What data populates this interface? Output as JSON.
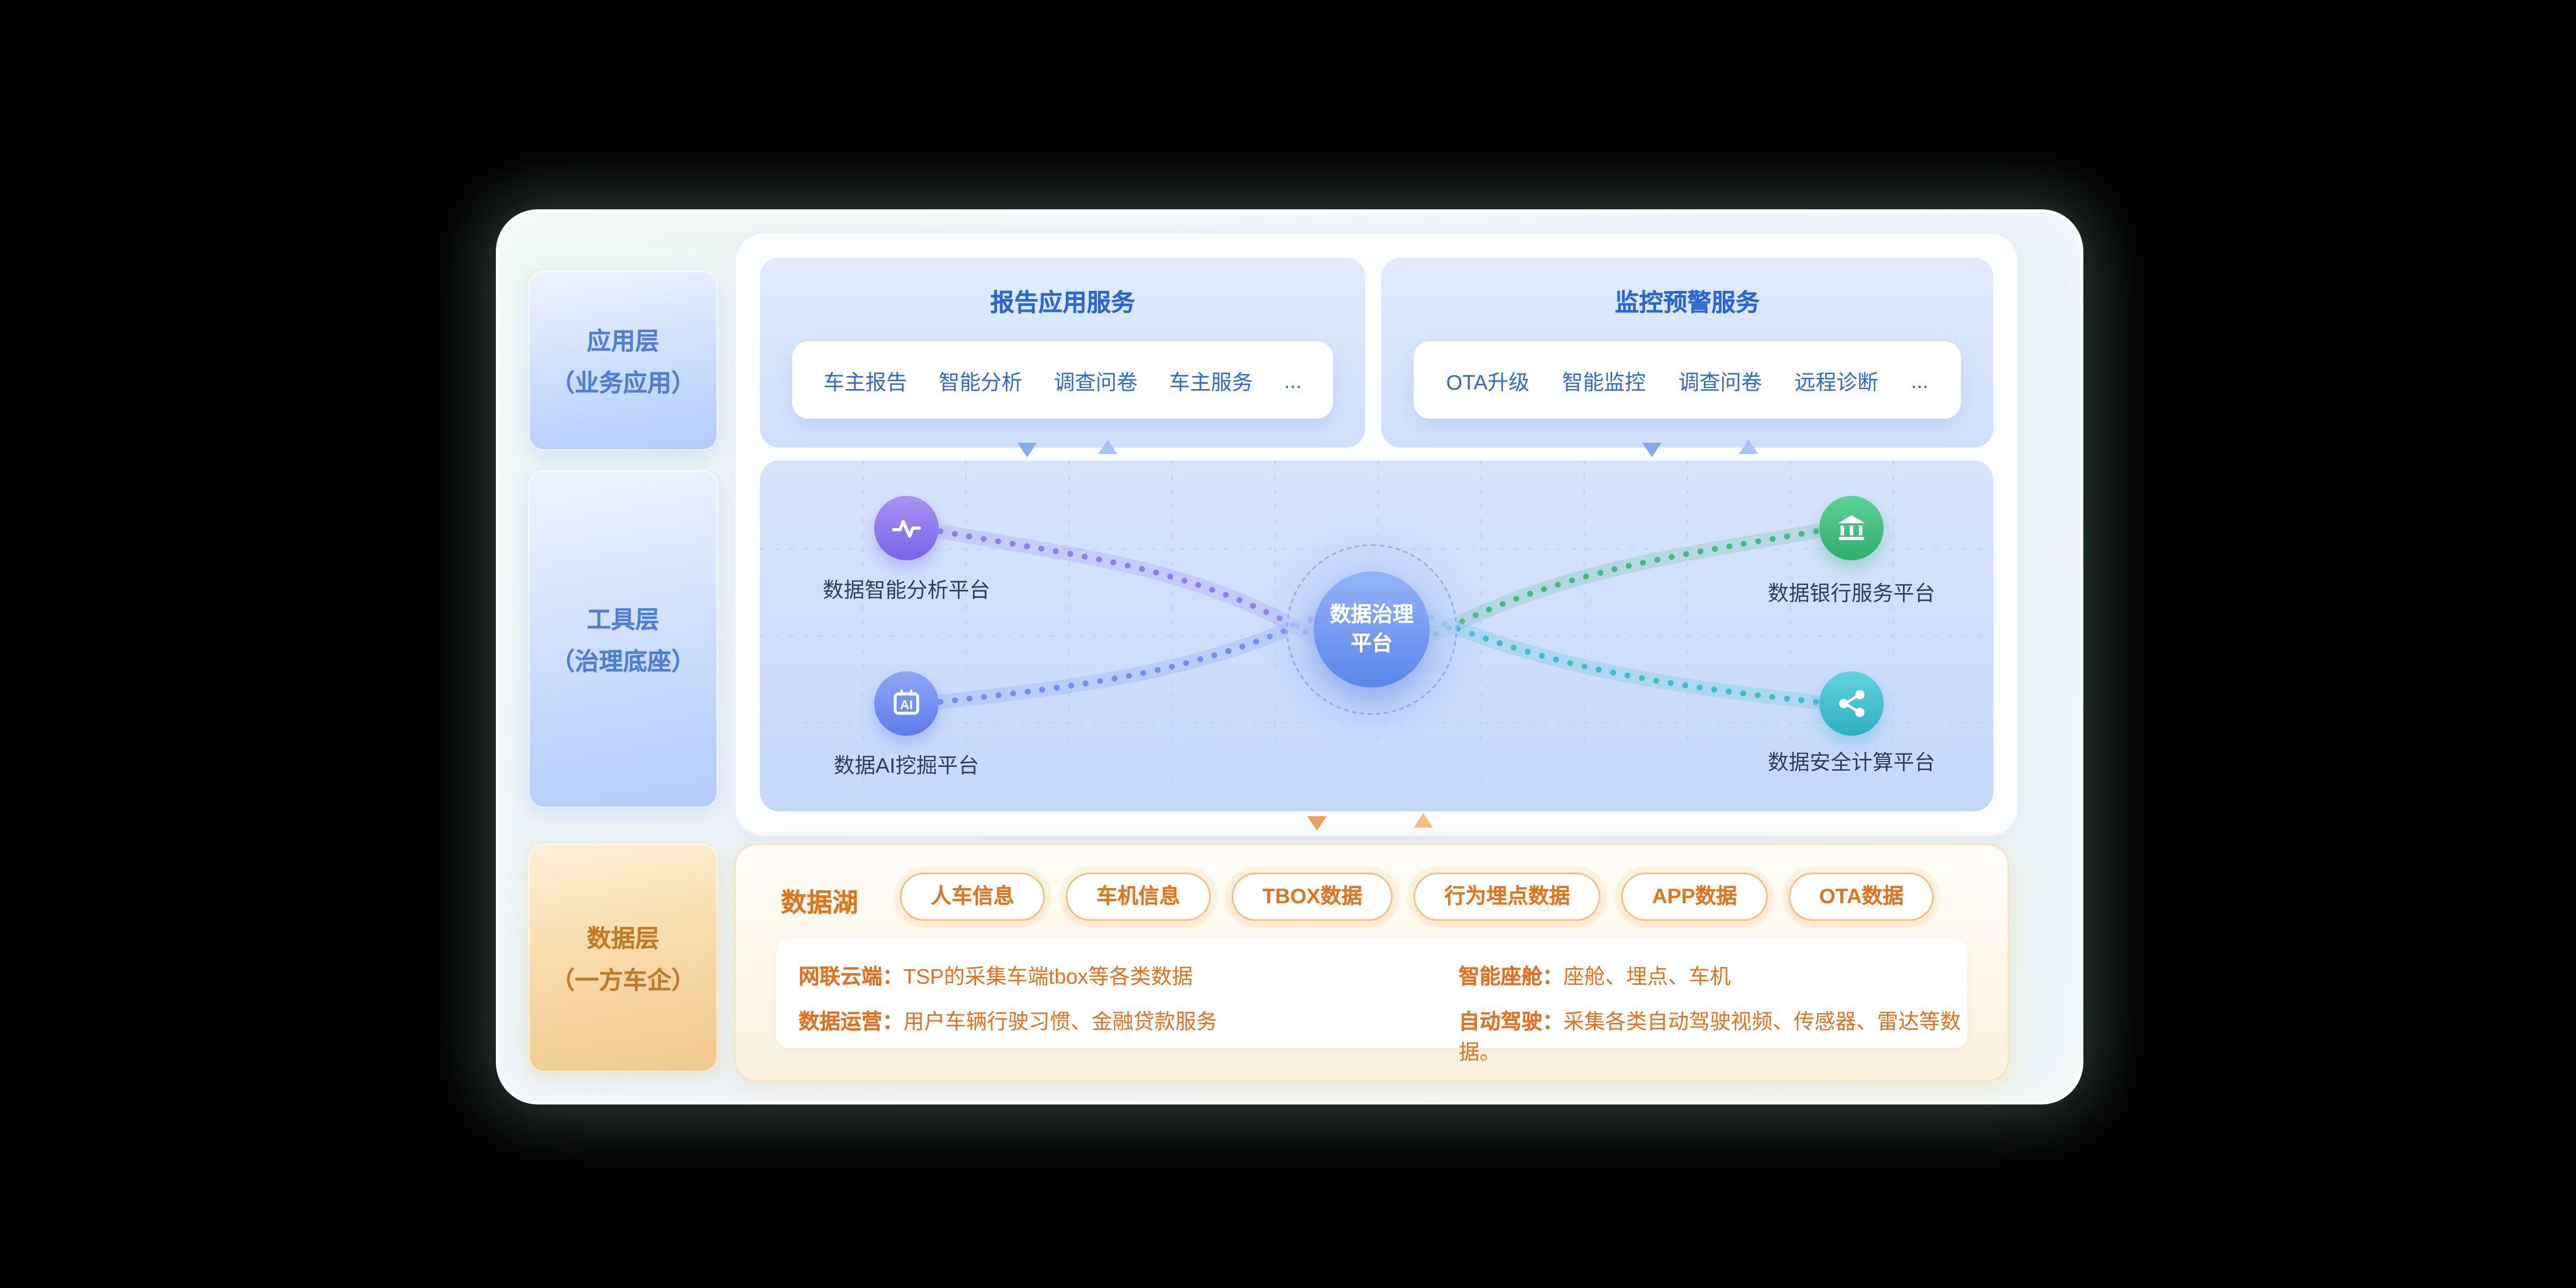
{
  "layers": [
    {
      "name": "应用层",
      "sub": "（业务应用）"
    },
    {
      "name": "工具层",
      "sub": "（治理底座）"
    },
    {
      "name": "数据层",
      "sub": "（一方车企）"
    }
  ],
  "service_cards": [
    {
      "title": "报告应用服务",
      "items": [
        "车主报告",
        "智能分析",
        "调查问卷",
        "车主服务",
        "..."
      ]
    },
    {
      "title": "监控预警服务",
      "items": [
        "OTA升级",
        "智能监控",
        "调查问卷",
        "远程诊断",
        "..."
      ]
    }
  ],
  "governance": {
    "center": {
      "line1": "数据治理",
      "line2": "平台"
    },
    "nodes": [
      {
        "label": "数据智能分析平台",
        "icon": "analytics-icon",
        "color": "#8a76ee"
      },
      {
        "label": "数据AI挖掘平台",
        "icon": "ai-chip-icon",
        "color": "#6d87ef"
      },
      {
        "label": "数据银行服务平台",
        "icon": "bank-icon",
        "color": "#3cbc7f"
      },
      {
        "label": "数据安全计算平台",
        "icon": "share-network-icon",
        "color": "#3fc0cf"
      }
    ]
  },
  "data_lake": {
    "title": "数据湖",
    "tags": [
      "人车信息",
      "车机信息",
      "TBOX数据",
      "行为埋点数据",
      "APP数据",
      "OTA数据"
    ],
    "details": [
      {
        "label": "网联云端：",
        "text": "TSP的采集车端tbox等各类数据"
      },
      {
        "label": "数据运营：",
        "text": "用户车辆行驶习惯、金融贷款服务"
      },
      {
        "label": "智能座舱：",
        "text": "座舱、埋点、车机"
      },
      {
        "label": "自动驾驶：",
        "text": "采集各类自动驾驶视频、传感器、雷达等数据。"
      }
    ]
  },
  "colors": {
    "blue_accent": "#2b66d6",
    "orange_accent": "#e0751e",
    "purple_node": "#8a76ee",
    "blue_node": "#6d87ef",
    "green_node": "#3cbc7f",
    "teal_node": "#3fc0cf",
    "panel_glow": "#96d7c8"
  }
}
